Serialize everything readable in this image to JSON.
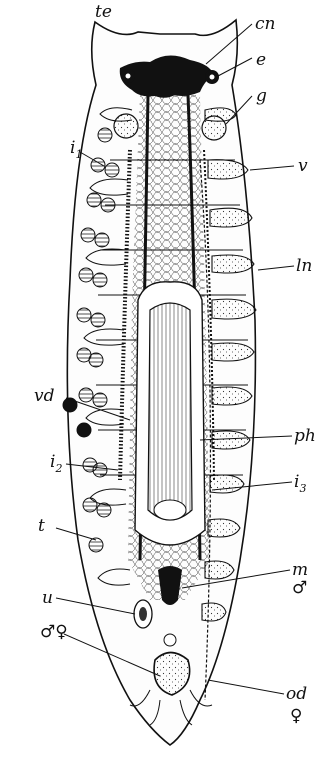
{
  "labels": {
    "te": "te",
    "cn": "cn",
    "e": "e",
    "g": "g",
    "i1": "i",
    "i1_sub": "1",
    "v": "v",
    "ln": "ln",
    "vd": "vd",
    "ph": "ph",
    "i2": "i",
    "i2_sub": "2",
    "i3": "i",
    "i3_sub": "3",
    "t": "t",
    "m": "m",
    "male": "♂",
    "u": "u",
    "hermaphrodite": "♂♀",
    "od": "od",
    "female": "♀"
  },
  "colors": {
    "ink": "#111111",
    "paper": "#ffffff"
  }
}
